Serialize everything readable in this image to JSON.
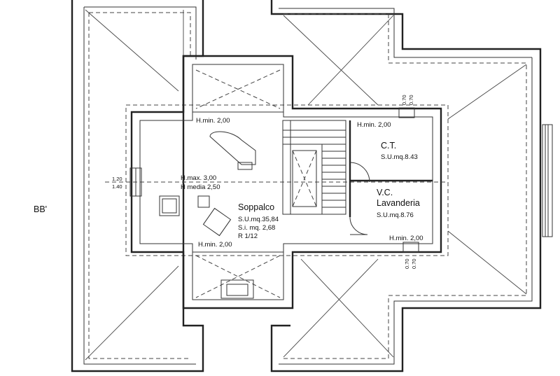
{
  "page": {
    "side_label": "BB'"
  },
  "rooms": {
    "soppalco": {
      "name": "Soppalco",
      "su": "S.U.mq.35,84",
      "si": "S.i. mq. 2,68",
      "ratio": "R 1/12",
      "hmax": "H.max. 3,00",
      "hmedia": "H media 2,50"
    },
    "ct": {
      "name": "C.T.",
      "su": "S.U.mq.8.43"
    },
    "vc": {
      "name_1": "V.C.",
      "name_2": "Lavanderia",
      "su": "S.U.mq.8.76"
    }
  },
  "heights": {
    "top_left": "H.min. 2,00",
    "top_right": "H.min. 2,00",
    "bottom_left": "H.min. 2,00",
    "bottom_right": "H.min. 2,00"
  },
  "windows": {
    "left_top": "1.20",
    "left_bottom": "1.40",
    "right_top_1": "0.70",
    "right_top_2": "0.70",
    "right_bottom_1": "0.70",
    "right_bottom_2": "0.70"
  }
}
